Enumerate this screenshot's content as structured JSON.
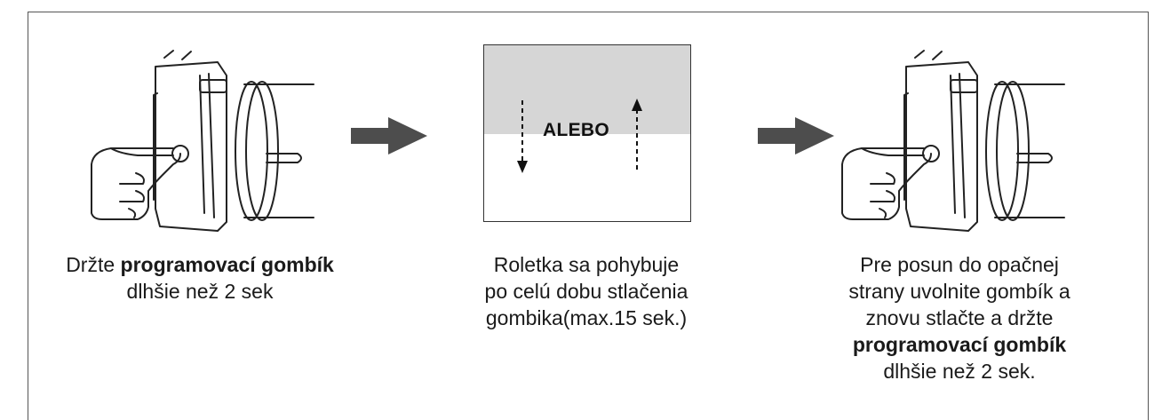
{
  "panel": {
    "middle_label": "ALEBO"
  },
  "steps": [
    {
      "caption_parts": [
        "Držte ",
        "programovací gombík",
        " dlhšie než 2 sek"
      ]
    },
    {
      "caption_lines": [
        "Roletka sa pohybuje",
        "po celú dobu stlačenia",
        "gombika(max.15 sek.)"
      ]
    },
    {
      "caption_lines": [
        "Pre posun do opačnej",
        "strany uvolnite gombík a",
        "znovu stlačte a držte"
      ],
      "caption_bold": "programovací gombík",
      "caption_last": "dlhšie než 2 sek."
    }
  ],
  "colors": {
    "arrow": "#4d4d4d",
    "panel_top": "#d6d6d6",
    "frame": "#555555"
  }
}
